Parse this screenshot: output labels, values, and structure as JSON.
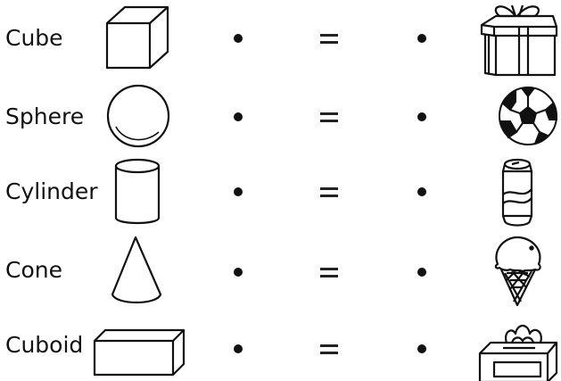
{
  "rows": [
    {
      "label": "Cube",
      "shape_icon": "cube-icon",
      "object_icon": "gift-box-icon"
    },
    {
      "label": "Sphere",
      "shape_icon": "sphere-icon",
      "object_icon": "soccer-ball-icon"
    },
    {
      "label": "Cylinder",
      "shape_icon": "cylinder-icon",
      "object_icon": "soda-can-icon"
    },
    {
      "label": "Cone",
      "shape_icon": "cone-icon",
      "object_icon": "ice-cream-cone-icon"
    },
    {
      "label": "Cuboid",
      "shape_icon": "cuboid-icon",
      "object_icon": "tissue-box-icon"
    }
  ],
  "colors": {
    "ink": "#111111",
    "background": "#ffffff"
  }
}
